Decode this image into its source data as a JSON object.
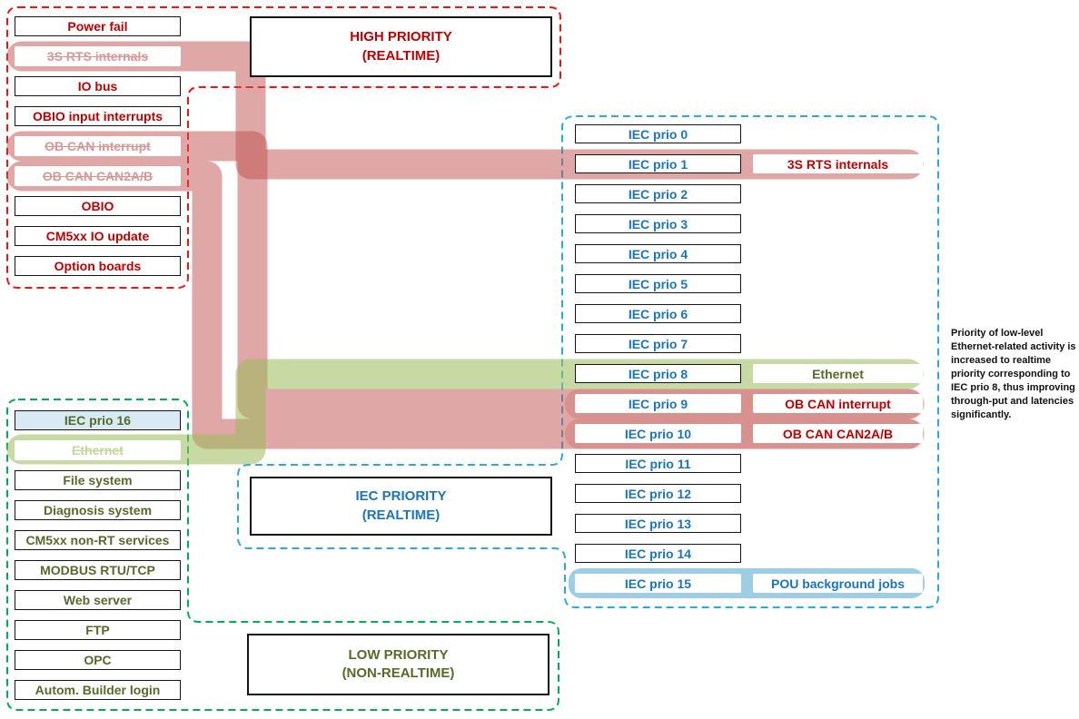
{
  "diagram": {
    "high_priority": {
      "title": "HIGH PRIORITY\n(REALTIME)",
      "items": [
        {
          "label": "Power fail",
          "struck": false
        },
        {
          "label": "3S RTS internals",
          "struck": true
        },
        {
          "label": "IO bus",
          "struck": false
        },
        {
          "label": "OBIO input interrupts",
          "struck": false
        },
        {
          "label": "OB CAN interrupt",
          "struck": true
        },
        {
          "label": "OB CAN CAN2A/B",
          "struck": true
        },
        {
          "label": "OBIO",
          "struck": false
        },
        {
          "label": "CM5xx IO update",
          "struck": false
        },
        {
          "label": "Option boards",
          "struck": false
        }
      ]
    },
    "iec_priority": {
      "title": "IEC PRIORITY\n(REALTIME)",
      "rows": [
        {
          "label": "IEC prio 0"
        },
        {
          "label": "IEC prio 1"
        },
        {
          "label": "IEC prio 2"
        },
        {
          "label": "IEC prio 3"
        },
        {
          "label": "IEC prio 4"
        },
        {
          "label": "IEC prio 5"
        },
        {
          "label": "IEC prio 6"
        },
        {
          "label": "IEC prio 7"
        },
        {
          "label": "IEC prio 8"
        },
        {
          "label": "IEC prio 9"
        },
        {
          "label": "IEC prio 10"
        },
        {
          "label": "IEC prio 11"
        },
        {
          "label": "IEC prio 12"
        },
        {
          "label": "IEC prio 13"
        },
        {
          "label": "IEC prio 14"
        },
        {
          "label": "IEC prio 15"
        }
      ],
      "borderless_rows": [
        9,
        10,
        15
      ],
      "attachments": [
        {
          "row": 1,
          "label": "3S RTS internals",
          "color": "red"
        },
        {
          "row": 8,
          "label": "Ethernet",
          "color": "olive"
        },
        {
          "row": 9,
          "label": "OB CAN interrupt",
          "color": "red"
        },
        {
          "row": 10,
          "label": "OB CAN CAN2A/B",
          "color": "red"
        },
        {
          "row": 15,
          "label": "POU background jobs",
          "color": "blue"
        }
      ]
    },
    "low_priority": {
      "title": "LOW PRIORITY\n(NON-REALTIME)",
      "items": [
        {
          "label": "IEC prio 16",
          "variant": "highlight"
        },
        {
          "label": "Ethernet",
          "struck": true
        },
        {
          "label": "File system"
        },
        {
          "label": "Diagnosis system"
        },
        {
          "label": "CM5xx non-RT services"
        },
        {
          "label": "MODBUS RTU/TCP"
        },
        {
          "label": "Web server"
        },
        {
          "label": "FTP"
        },
        {
          "label": "OPC"
        },
        {
          "label": "Autom. Builder login"
        }
      ]
    },
    "annotation": "Priority of low-level\nEthernet-related activity is\nincreased to realtime\npriority corresponding to\nIEC prio 8, thus improving\nthrough-put and latencies\nsignificantly.",
    "colors": {
      "red_text": "#c00000",
      "rose_text": "#d99694",
      "olive_text": "#556b28",
      "lightgreen_text": "#c3d69b",
      "blue_text": "#1b75bc",
      "dashed_red": "#f21414",
      "dashed_blue": "#29abe2",
      "dashed_green": "#00b050",
      "ribbon_rose": "rgba(192,80,77,0.5)",
      "ribbon_green": "rgba(155,187,89,0.55)",
      "ribbon_rose_overlay": "rgba(192,80,77,0.25)",
      "band_blue": "rgba(77,166,204,0.55)",
      "prio16_fill": "#d8eaf3"
    }
  }
}
